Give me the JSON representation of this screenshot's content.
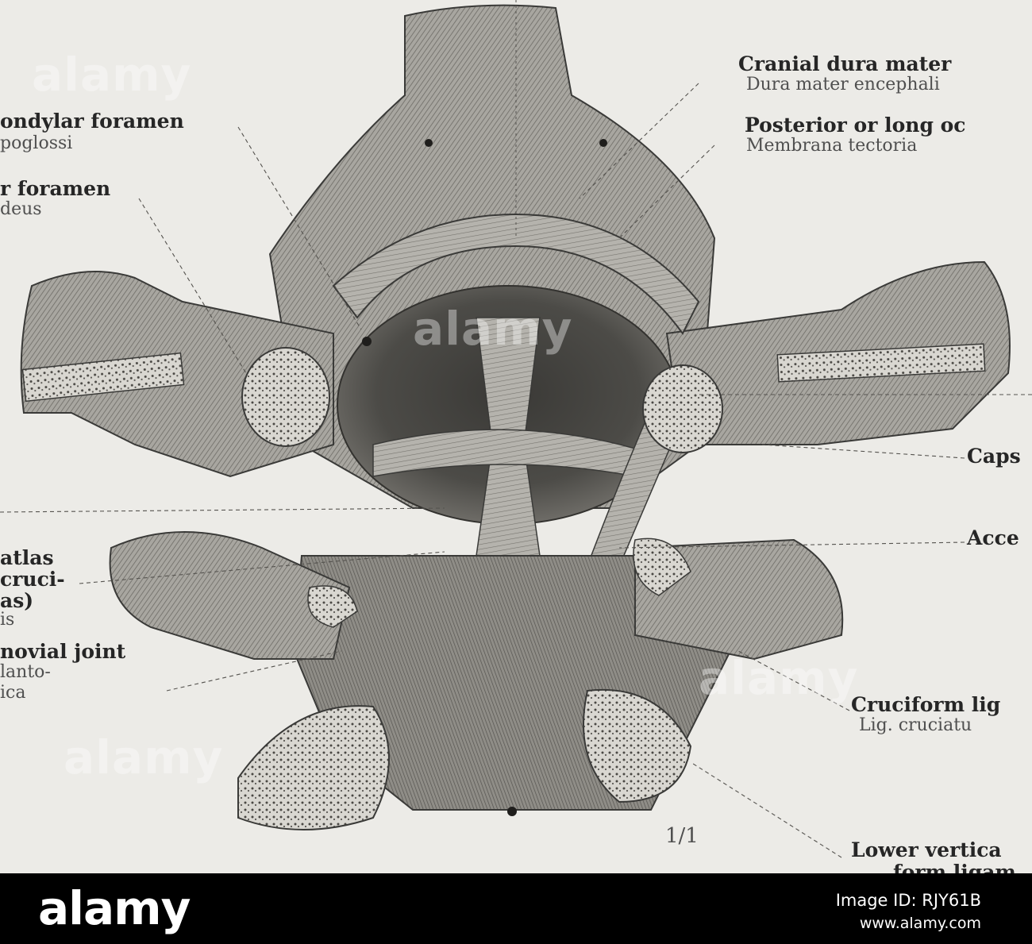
{
  "labels": {
    "cranial_dura_mater": "Cranial dura mater",
    "dura_mater_encephali": "Dura mater encephali",
    "posterior_or_long": "Posterior or long oc",
    "membrana_tectoria": "Membrana tectoria",
    "condylar_foramen": "ondylar foramen",
    "hypoglossi": "poglossi",
    "r_foramen": "r foramen",
    "deus": "deus",
    "caps": "Caps",
    "acce": "Acce",
    "atlas": "atlas",
    "cruci": "cruci-",
    "as": "as)",
    "is": "is",
    "synovial_joint": "novial joint",
    "lanto": "lanto-",
    "ica": "ica",
    "cruciform_lig": "Cruciform lig",
    "lig_cruciatu": "Lig. cruciatu",
    "lower_vertica": "Lower vertica",
    "form_ligam": "form ligam",
    "scale": "1/1"
  },
  "watermark": {
    "text": "alamy"
  },
  "footer": {
    "logo": "alamy",
    "image_id": "Image ID: RJY61B",
    "url": "www.alamy.com"
  },
  "colors": {
    "paper": "#ecebe7",
    "bone": "#a9a7a1",
    "ink": "#3a3a38",
    "footer_bg": "#000000"
  }
}
